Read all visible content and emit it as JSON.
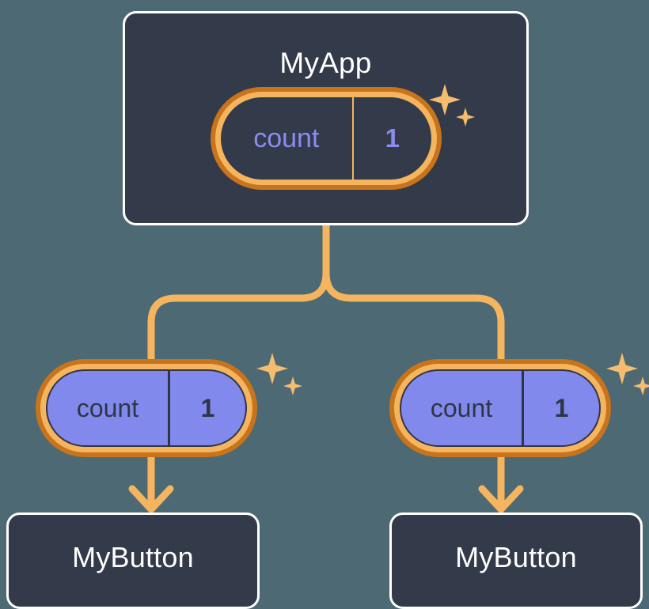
{
  "diagram": {
    "type": "component-state-tree",
    "background_color": "#4d6a74",
    "palette": {
      "card_bg": "#333a4a",
      "card_border": "#ffffff",
      "ring_outer": "#c8741c",
      "ring_inner": "#f5b55e",
      "connector": "#f5b55e",
      "state_fill": "#8289ec",
      "state_text_light": "#8b8cf0",
      "state_text_dark": "#2f3545"
    }
  },
  "nodes": {
    "root": {
      "title": "MyApp",
      "state": {
        "key": "count",
        "value": "1"
      }
    },
    "children": [
      {
        "title": "MyButton",
        "state": {
          "key": "count",
          "value": "1"
        }
      },
      {
        "title": "MyButton",
        "state": {
          "key": "count",
          "value": "1"
        }
      }
    ]
  },
  "decorations": {
    "sparkle_label": "sparkle",
    "sparkle_count": 3
  }
}
